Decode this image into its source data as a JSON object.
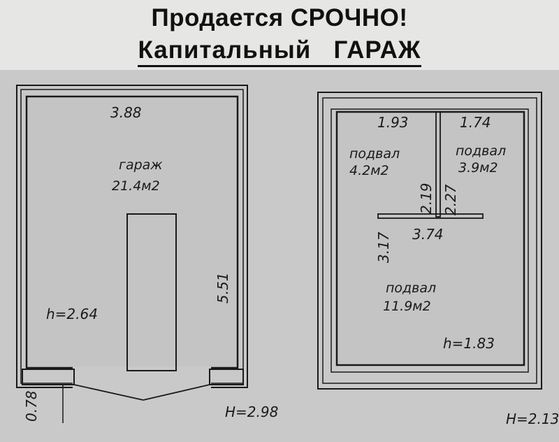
{
  "header": {
    "title_line1": "Продается СРОЧНО!",
    "title_line2": "Капитальный   ГАРАЖ"
  },
  "garage_plan": {
    "width_label": "3.88",
    "room_name": "гараж",
    "room_area": "21.4м2",
    "length_label": "5.51",
    "inner_height_label": "h=2.64",
    "wall_label": "0.78",
    "outer_height_label": "H=2.98"
  },
  "basement_plan": {
    "room1_width": "1.93",
    "room1_name": "подвал",
    "room1_area": "4.2м2",
    "room1_depth": "2.19",
    "room2_width": "1.74",
    "room2_name": "подвал",
    "room2_area": "3.9м2",
    "room2_depth": "2.27",
    "room3_width": "3.74",
    "room3_depth": "3.17",
    "room3_name": "подвал",
    "room3_area": "11.9м2",
    "inner_height_label": "h=1.83",
    "outer_height_label": "H=2.13"
  },
  "colors": {
    "ink": "#1a1a1a",
    "paper": "#e6e6e4",
    "print_background": "#c9c9c9",
    "room_fill": "#c4c4c4"
  }
}
